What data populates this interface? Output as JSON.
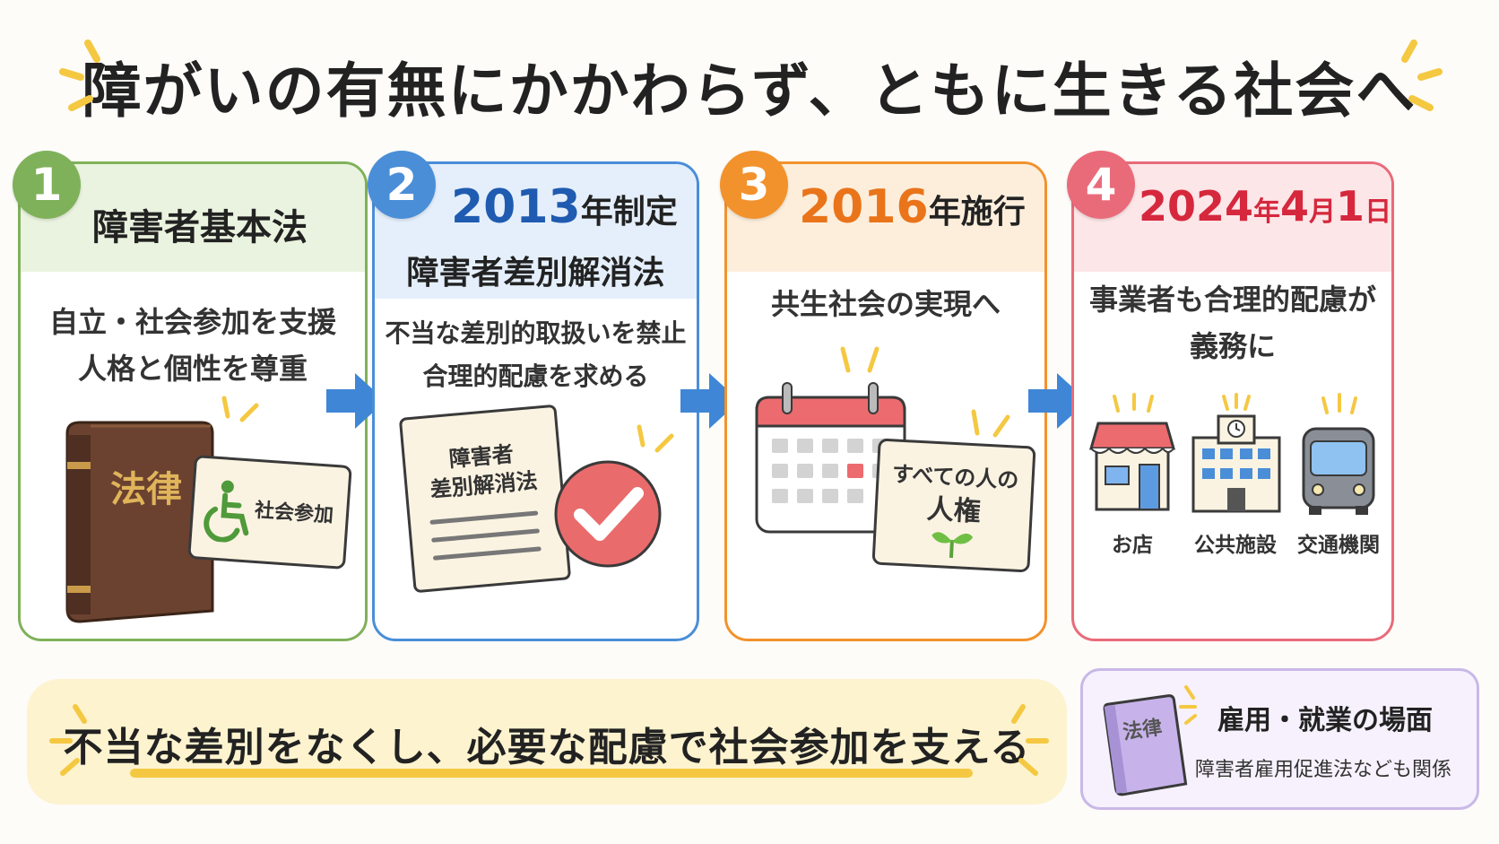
{
  "title": "障がいの有無にかかわらず、ともに生きる社会へ",
  "colors": {
    "green": "#7fb15a",
    "blue": "#4a8ed8",
    "orange": "#f2922c",
    "red": "#e96b7a",
    "yellow": "#f5c842",
    "purple": "#c9b8e8",
    "arrow": "#3f86d6"
  },
  "steps": [
    {
      "number": "1",
      "heading": "障害者基本法",
      "body": [
        "自立・社会参加を支援",
        "人格と個性を尊重"
      ],
      "book_label": "法律",
      "card_label": "社会参加",
      "icons": [
        "law-book-icon",
        "wheelchair-icon"
      ]
    },
    {
      "number": "2",
      "year": "2013",
      "year_suffix": "年制定",
      "heading": "障害者差別解消法",
      "body": [
        "不当な差別的取扱いを禁止",
        "合理的配慮を求める"
      ],
      "doc_label": [
        "障害者",
        "差別解消法"
      ],
      "icons": [
        "document-icon",
        "check-icon"
      ]
    },
    {
      "number": "3",
      "year": "2016",
      "year_suffix": "年施行",
      "body": [
        "共生社会の実現へ"
      ],
      "card_label": [
        "すべての人の",
        "人権"
      ],
      "icons": [
        "calendar-icon",
        "sprout-icon"
      ]
    },
    {
      "number": "4",
      "date_year": "2024",
      "date_y": "年",
      "date_month": "4",
      "date_m": "月",
      "date_day": "1",
      "date_d": "日",
      "body": [
        "事業者も合理的配慮が",
        "義務に"
      ],
      "places": [
        "お店",
        "公共施設",
        "交通機関"
      ],
      "icons": [
        "shop-icon",
        "public-building-icon",
        "bus-icon"
      ]
    }
  ],
  "banner": "不当な差別をなくし、必要な配慮で社会参加を支える",
  "info": {
    "title": "雇用・就業の場面",
    "text": "障害者雇用促進法なども関係",
    "book_label": "法律"
  }
}
